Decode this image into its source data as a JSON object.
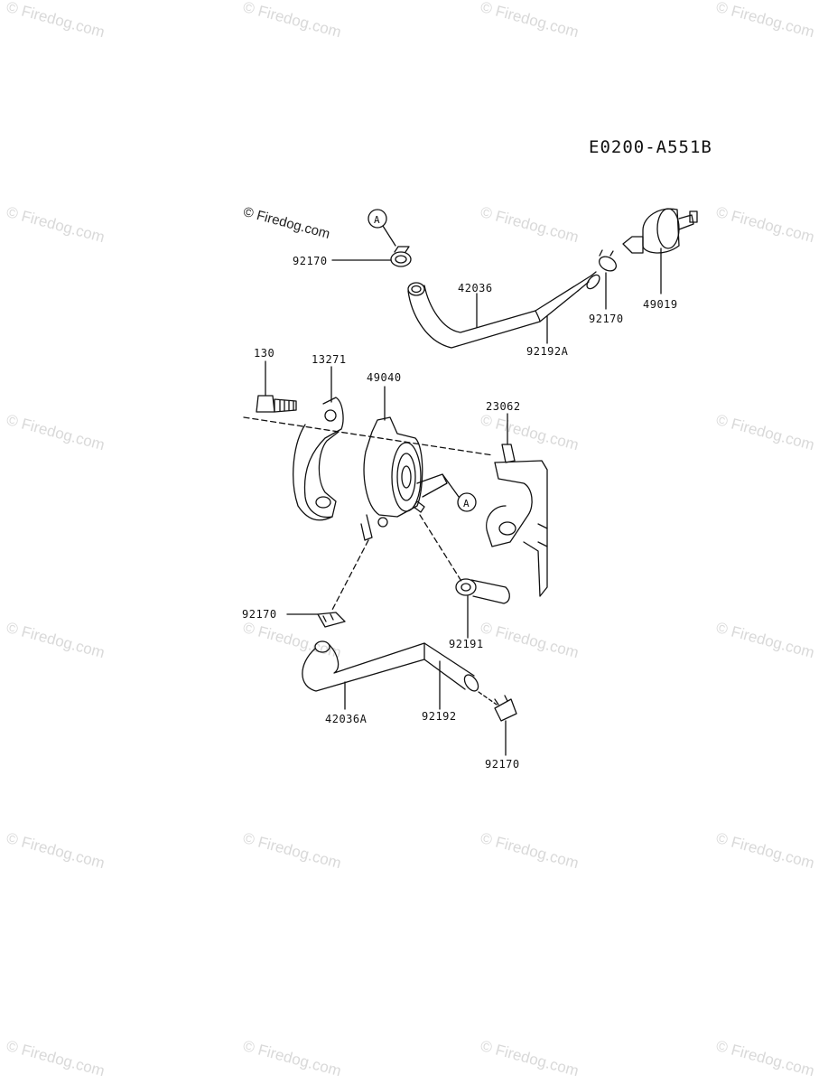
{
  "diagram_code": "E0200-A551B",
  "copyright_stamp": "© Firedog.com",
  "watermark_text": "© Firedog.com",
  "ref_marker": "A",
  "colors": {
    "line": "#111111",
    "watermark": "#d9d9d9",
    "background": "#ffffff"
  },
  "parts": [
    {
      "id": "p1",
      "number": "92170"
    },
    {
      "id": "p2",
      "number": "42036"
    },
    {
      "id": "p3",
      "number": "92192A"
    },
    {
      "id": "p4",
      "number": "92170"
    },
    {
      "id": "p5",
      "number": "49019"
    },
    {
      "id": "p6",
      "number": "130"
    },
    {
      "id": "p7",
      "number": "13271"
    },
    {
      "id": "p8",
      "number": "49040"
    },
    {
      "id": "p9",
      "number": "23062"
    },
    {
      "id": "p10",
      "number": "92170"
    },
    {
      "id": "p11",
      "number": "92191"
    },
    {
      "id": "p12",
      "number": "42036A"
    },
    {
      "id": "p13",
      "number": "92192"
    },
    {
      "id": "p14",
      "number": "92170"
    }
  ]
}
